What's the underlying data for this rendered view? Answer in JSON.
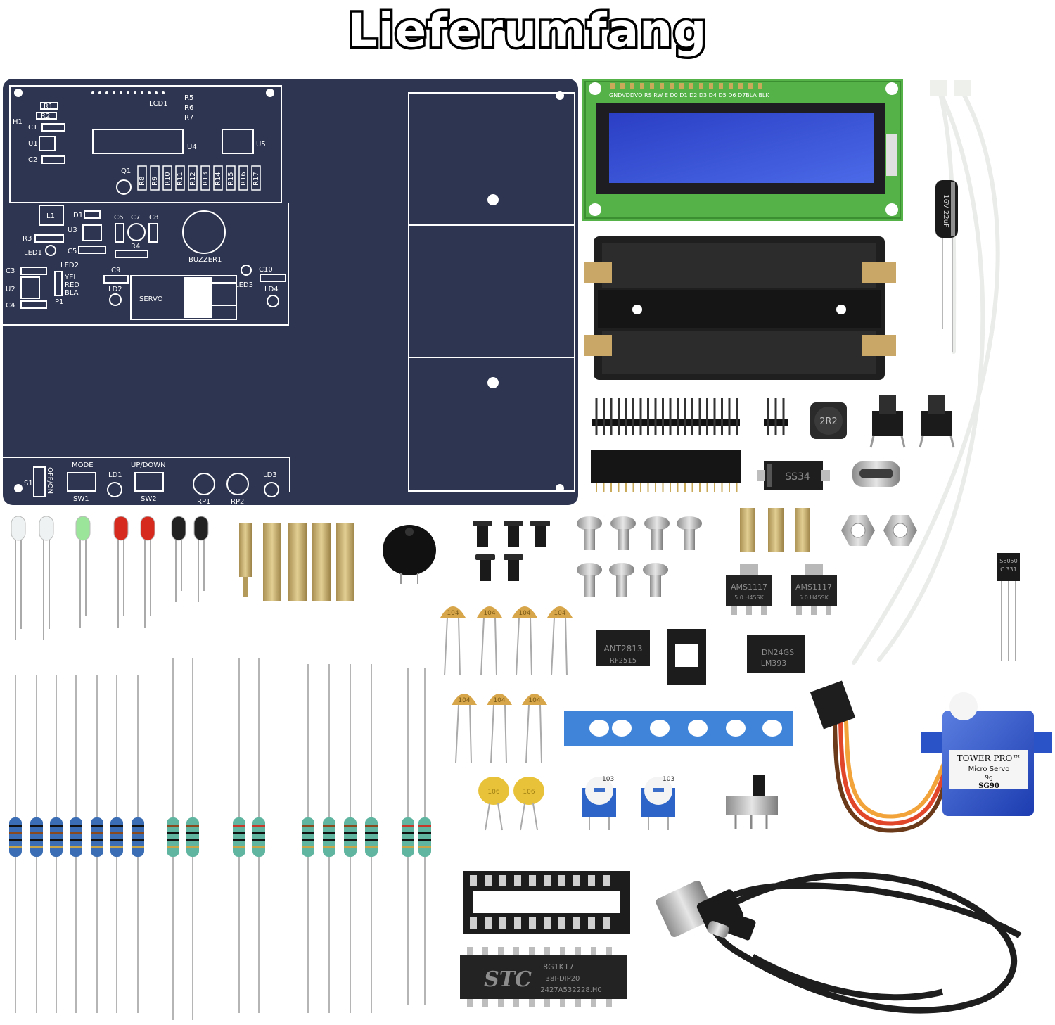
{
  "title": "Lieferumfang",
  "pcb": {
    "labels": {
      "lcd1": "LCD1",
      "u4": "U4",
      "u5": "U5",
      "h1": "H1",
      "u1": "U1",
      "c1": "C1",
      "c2": "C2",
      "r1": "R1",
      "r2": "R2",
      "r5": "R5",
      "r6": "R6",
      "r7": "R7",
      "q1": "Q1",
      "rbank": [
        "R8",
        "R9",
        "R10",
        "R11",
        "R12",
        "R13",
        "R14",
        "R15",
        "R16",
        "R17"
      ],
      "l1": "L1",
      "d1": "D1",
      "u3": "U3",
      "r3": "R3",
      "led1": "LED1",
      "c5": "C5",
      "c6": "C6",
      "c7": "C7",
      "c8": "C8",
      "r4": "R4",
      "buzzer1": "BUZZER1",
      "c3": "C3",
      "u2": "U2",
      "c4": "C4",
      "led2": "LED2",
      "yel": "YEL",
      "red": "RED",
      "bla": "BLA",
      "p1": "P1",
      "c9": "C9",
      "ld2": "LD2",
      "servo": "SERVO",
      "ld3": "LED3",
      "c10": "C10",
      "ld4": "LD4",
      "mode": "MODE",
      "updown": "UP/DOWN",
      "s1": "S1",
      "offon": "OFF/ON",
      "ld1": "LD1",
      "sw1": "SW1",
      "sw2": "SW2",
      "rp1": "RP1",
      "rp2": "RP2",
      "ld3b": "LD3"
    }
  },
  "lcd": {
    "pins": "GNDVDDVO RS RW  E  D0 D1 D2 D3 D4 D5 D6 D7BLA BLK"
  },
  "capacitor": {
    "label": "16V 22uF"
  },
  "inductor": {
    "label": "2R2"
  },
  "diode": {
    "label": "SS34"
  },
  "regulators": [
    {
      "label": "AMS1117",
      "sub": "5.0 H45SK"
    },
    {
      "label": "AMS1117",
      "sub": "5.0 H45SK"
    }
  ],
  "ic1": {
    "label": "ANT2813",
    "sub": "RF2515"
  },
  "ic2": {
    "label": "DN24GS",
    "sub": "LM393"
  },
  "transistor": {
    "label": "S8050",
    "sub": "C 331"
  },
  "ceramics": [
    "104",
    "104",
    "104",
    "104",
    "104",
    "104",
    "104"
  ],
  "yellowcaps": [
    "106",
    "106"
  ],
  "pots": [
    "103",
    "103"
  ],
  "servo": {
    "brand": "TOWER PRO™",
    "model": "Micro Servo",
    "weight": "9g",
    "name": "SG90"
  },
  "mcu": {
    "brand": "STC",
    "line1": "8G1K17",
    "line2": "38I-DIP20",
    "line3": "2427A532228.H0"
  }
}
